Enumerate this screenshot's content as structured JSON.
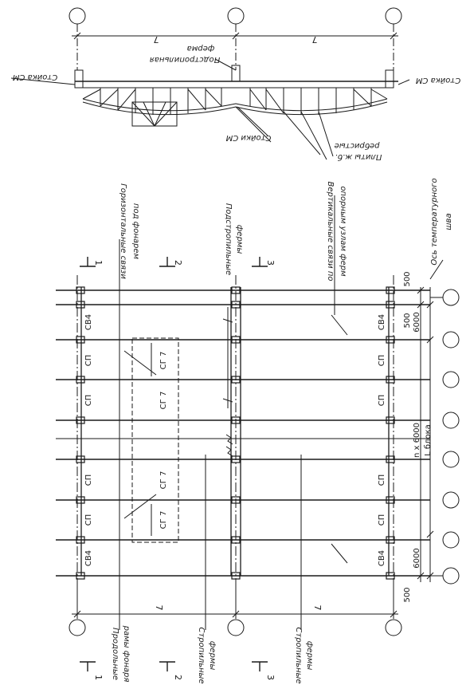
{
  "dims": {
    "span_left": "7",
    "span_right": "7",
    "bottom_left": "7",
    "bottom_right": "7",
    "d500_top": "500",
    "d6000_top": "6000",
    "d500_mid": "500",
    "d_nx": "n x 6000",
    "d_block": "L блока",
    "d6000_bot": "6000",
    "d500_bot": "500"
  },
  "labels": {
    "stoyka_left": "Стойка СМ",
    "stoyka_right": "Стойка СМ",
    "podstrop_ferma_top_1": "Подстропильная",
    "podstrop_ferma_top_2": "ферма",
    "stoyka_mid": "Стойки СМ",
    "plity_1": "Плиты ж.б.",
    "plity_2": "ребристые",
    "gor_svyazi_1": "Горизонтальные связи",
    "gor_svyazi_2": "под фонарем",
    "podstrop_fermy_1": "Подстропильные",
    "podstrop_fermy_2": "фермы",
    "vert_svyazi_1": "Вертикальные связи по",
    "vert_svyazi_2": "опорным узлам ферм",
    "os_shva_1": "Ось температурного",
    "os_shva_2": "шва",
    "prodol_1": "Продольные",
    "prodol_2": "рамы фонаря",
    "strop_1": "Стропильные",
    "strop_2": "фермы",
    "strop_b_1": "Стропильные",
    "strop_b_2": "фермы"
  },
  "sections": {
    "s1": "1",
    "s2": "2",
    "s3": "3"
  },
  "marks": {
    "sv4": "СВ4",
    "sp": "СП",
    "sg7": "СГ 7"
  }
}
